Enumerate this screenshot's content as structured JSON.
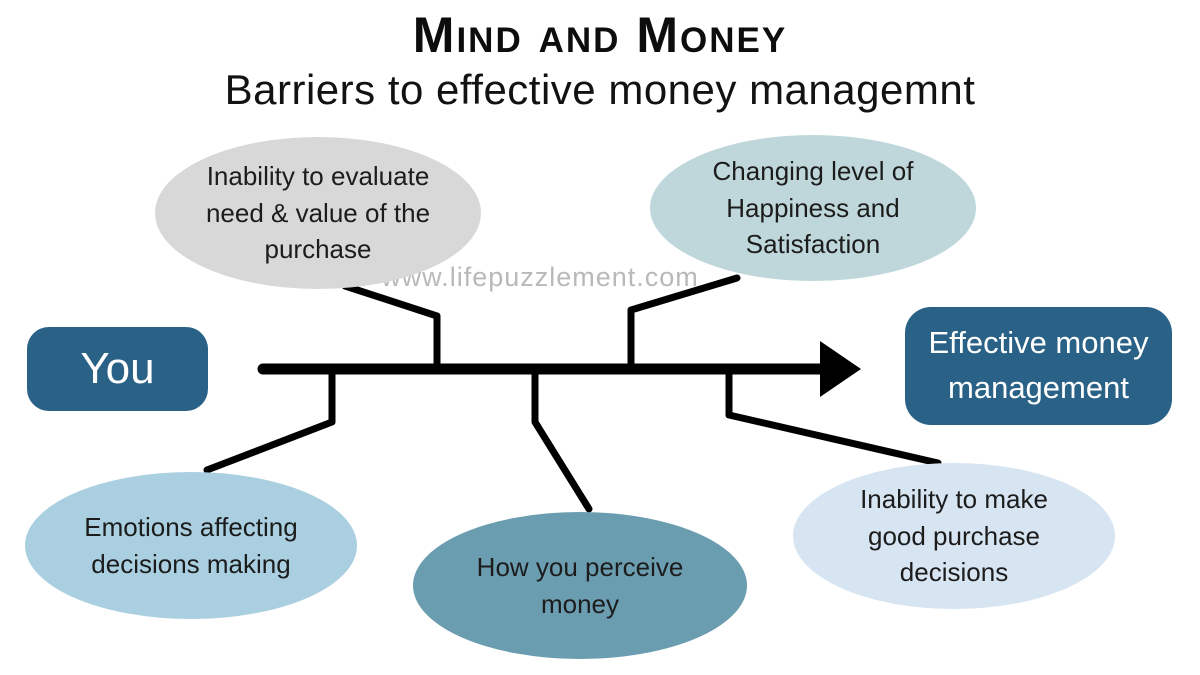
{
  "title": "Mind and Money",
  "subtitle": "Barriers to effective money managemnt",
  "watermark": "www.lifepuzzlement.com",
  "colors": {
    "node_blue": "#2a6187",
    "line_black": "#000000",
    "gray_ellipse": "#d8d8d8",
    "teal_ellipse": "#bfd7da",
    "light_blue_ellipse": "#a9cfe0",
    "medium_blue_ellipse": "#6b9db1",
    "pale_blue_ellipse": "#d7e4f1",
    "watermark_gray": "#b9b9b9"
  },
  "nodes": {
    "start": {
      "label": "You"
    },
    "end": {
      "label": "Effective money management"
    }
  },
  "causes": [
    {
      "id": "evaluate",
      "label": "Inability to evaluate need & value of the purchase",
      "color": "#d8d8d8"
    },
    {
      "id": "happiness",
      "label": "Changing level of Happiness and Satisfaction",
      "color": "#bfd7da"
    },
    {
      "id": "emotions",
      "label": "Emotions affecting decisions making",
      "color": "#a9cfe0"
    },
    {
      "id": "perceive",
      "label": "How you perceive money",
      "color": "#6b9db1"
    },
    {
      "id": "purchase",
      "label": "Inability to make good purchase decisions",
      "color": "#d7e4f1"
    }
  ]
}
